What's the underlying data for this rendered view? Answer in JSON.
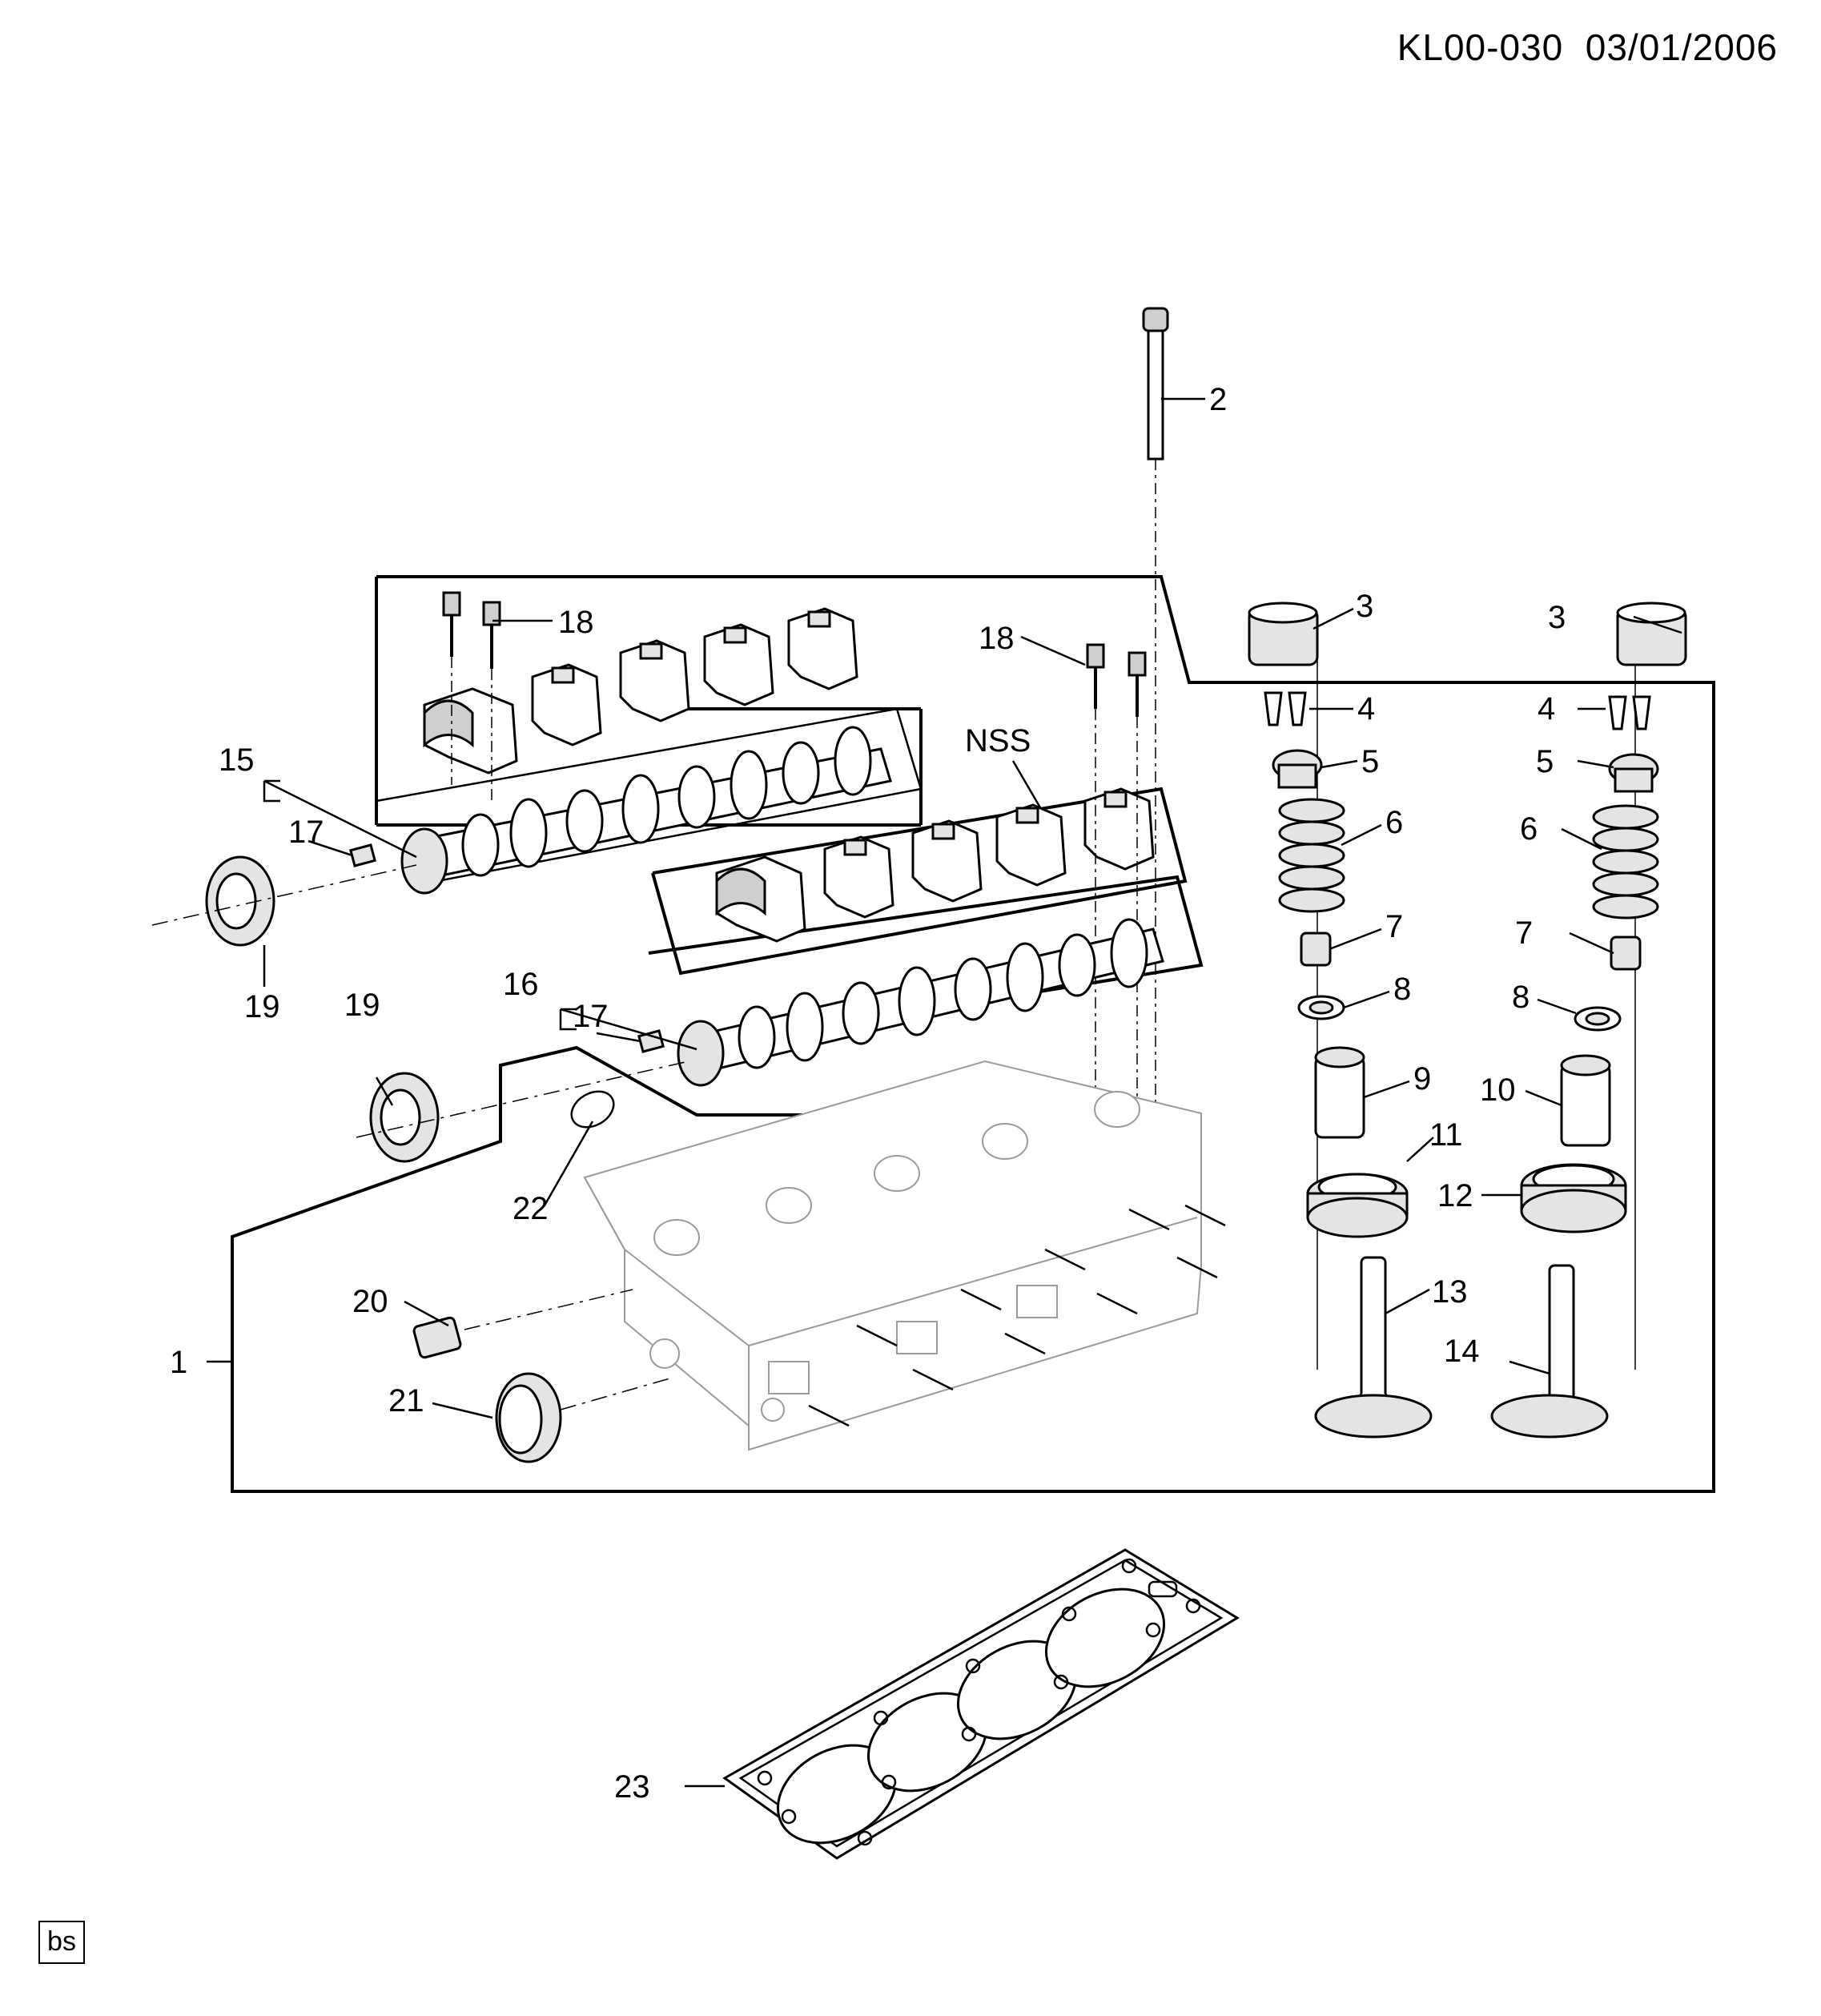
{
  "header": {
    "code": "KL00-030",
    "date": "03/01/2006"
  },
  "corner_tag": "bs",
  "callouts": {
    "c1": "1",
    "c2": "2",
    "c3a": "3",
    "c3b": "3",
    "c4a": "4",
    "c4b": "4",
    "c5a": "5",
    "c5b": "5",
    "c6a": "6",
    "c6b": "6",
    "c7a": "7",
    "c7b": "7",
    "c8a": "8",
    "c8b": "8",
    "c9": "9",
    "c10": "10",
    "c11": "11",
    "c12": "12",
    "c13": "13",
    "c14": "14",
    "c15": "15",
    "c16": "16",
    "c17a": "17",
    "c17b": "17",
    "c18a": "18",
    "c18b": "18",
    "c19a": "19",
    "c19b": "19",
    "c20": "20",
    "c21": "21",
    "c22": "22",
    "c23": "23",
    "nss": "NSS"
  }
}
